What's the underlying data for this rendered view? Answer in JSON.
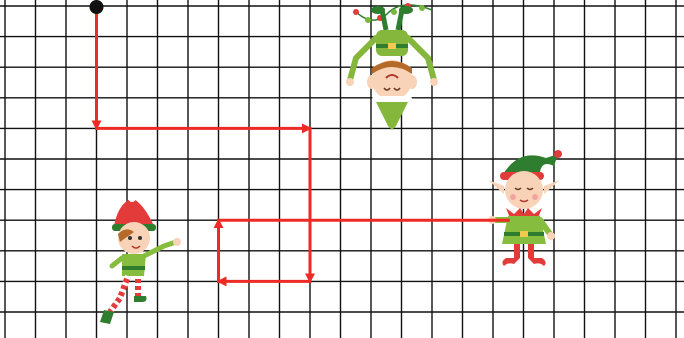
{
  "board": {
    "columns": 23,
    "rows": 11,
    "grid_color": "#111111",
    "background": "#ffffff"
  },
  "start_marker": {
    "cell": [
      3,
      0
    ],
    "color": "#111111"
  },
  "path": {
    "color": "#ee2a24",
    "segments": [
      {
        "from": [
          3,
          0
        ],
        "to": [
          3,
          4
        ],
        "arrow": true
      },
      {
        "from": [
          3,
          4
        ],
        "to": [
          10,
          4
        ],
        "arrow": true
      },
      {
        "from": [
          10,
          4
        ],
        "to": [
          10,
          9
        ],
        "arrow": true
      },
      {
        "from": [
          10,
          9
        ],
        "to": [
          7,
          9
        ],
        "arrow": true
      },
      {
        "from": [
          7,
          9
        ],
        "to": [
          7,
          7
        ],
        "arrow": true
      },
      {
        "from": [
          7,
          7
        ],
        "to": [
          16.5,
          7
        ],
        "arrow": false
      }
    ]
  },
  "characters": [
    {
      "id": "elf-upside-down",
      "icon": "upside-down-elf-icon",
      "hat_color": "#84b73b",
      "suit_color": "#84b73b"
    },
    {
      "id": "elf-right",
      "icon": "standing-elf-icon",
      "hat_color": "#e33a3a",
      "suit_color": "#86bd3f"
    },
    {
      "id": "elf-left",
      "icon": "running-elf-icon",
      "hat_color": "#e33a3a",
      "suit_color": "#86bd3f"
    }
  ],
  "colors": {
    "skin": "#f8d3b8",
    "red": "#e33a3a",
    "green": "#7ab83b",
    "dark_green": "#2f7d2e",
    "hair": "#b56a2a"
  }
}
